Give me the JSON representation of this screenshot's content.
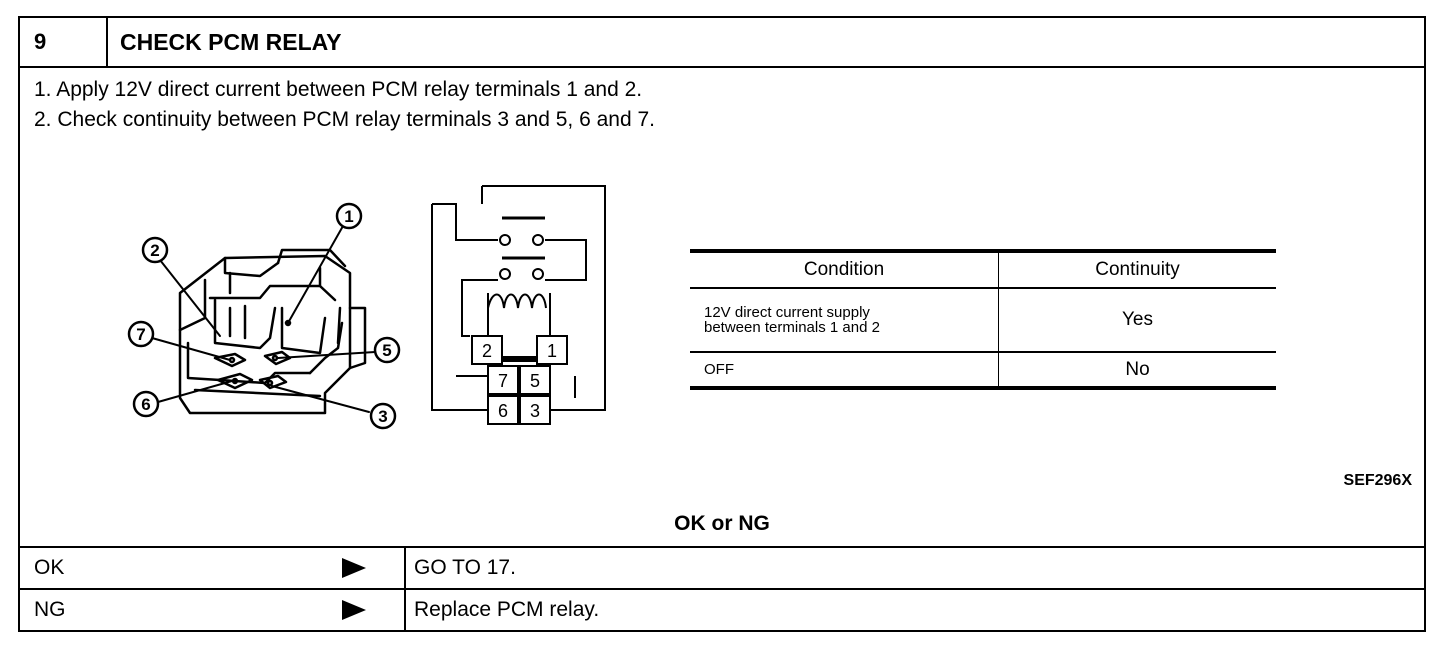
{
  "header": {
    "number": "9",
    "title": "CHECK PCM RELAY"
  },
  "steps": [
    "1.  Apply 12V direct current between PCM relay terminals 1 and 2.",
    "2.  Check continuity between PCM relay terminals 3 and 5, 6 and 7."
  ],
  "figure": {
    "callouts": [
      "1",
      "2",
      "3",
      "5",
      "6",
      "7"
    ],
    "schematic_terminals": [
      "2",
      "1",
      "7",
      "5",
      "6",
      "3"
    ],
    "figure_id": "SEF296X"
  },
  "condition_table": {
    "headers": [
      "Condition",
      "Continuity"
    ],
    "rows": [
      {
        "condition_line1": "12V direct current supply",
        "condition_line2": "between terminals 1 and 2",
        "continuity": "Yes"
      },
      {
        "condition_line1": "OFF",
        "condition_line2": "",
        "continuity": "No"
      }
    ]
  },
  "verdict": "OK or NG",
  "results": [
    {
      "label": "OK",
      "action": "GO TO 17."
    },
    {
      "label": "NG",
      "action": "Replace PCM relay."
    }
  ]
}
